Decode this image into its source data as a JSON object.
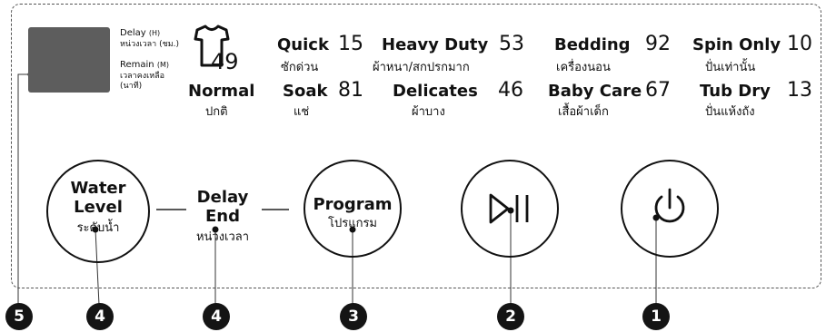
{
  "display": {
    "delay_label": "Delay",
    "delay_unit": "(H)",
    "delay_thai": "หน่วงเวลา (ชม.)",
    "remain_label": "Remain",
    "remain_unit": "(M)",
    "remain_thai_1": "เวลาคงเหลือ",
    "remain_thai_2": "(นาที)"
  },
  "normal": {
    "number": "49",
    "label": "Normal",
    "thai": "ปกติ",
    "icon": "shirt-icon"
  },
  "programs": [
    {
      "name": "Quick",
      "number": "15",
      "thai": "ซักด่วน"
    },
    {
      "name": "Soak",
      "number": "81",
      "thai": "แช่"
    },
    {
      "name": "Heavy Duty",
      "number": "53",
      "thai": "ผ้าหนา/สกปรกมาก"
    },
    {
      "name": "Delicates",
      "number": "46",
      "thai": "ผ้าบาง"
    },
    {
      "name": "Bedding",
      "number": "92",
      "thai": "เครื่องนอน"
    },
    {
      "name": "Baby Care",
      "number": "67",
      "thai": "เสื้อผ้าเด็ก"
    },
    {
      "name": "Spin Only",
      "number": "10",
      "thai": "ปั่นเท่านั้น"
    },
    {
      "name": "Tub Dry",
      "number": "13",
      "thai": "ปั่นแห้งถัง"
    }
  ],
  "buttons": {
    "water_level_1": "Water",
    "water_level_2": "Level",
    "water_level_thai": "ระดับน้ำ",
    "delay_end_1": "Delay",
    "delay_end_2": "End",
    "delay_end_thai": "หน่วงเวลา",
    "program": "Program",
    "program_thai": "โปรแกรม",
    "start_pause_icon": "play-pause-icon",
    "power_icon": "power-icon"
  },
  "callouts": [
    "5",
    "4",
    "4",
    "3",
    "2",
    "1"
  ],
  "colors": {
    "display": "#5d5d5d",
    "callout": "#141414",
    "border": "#555555"
  }
}
